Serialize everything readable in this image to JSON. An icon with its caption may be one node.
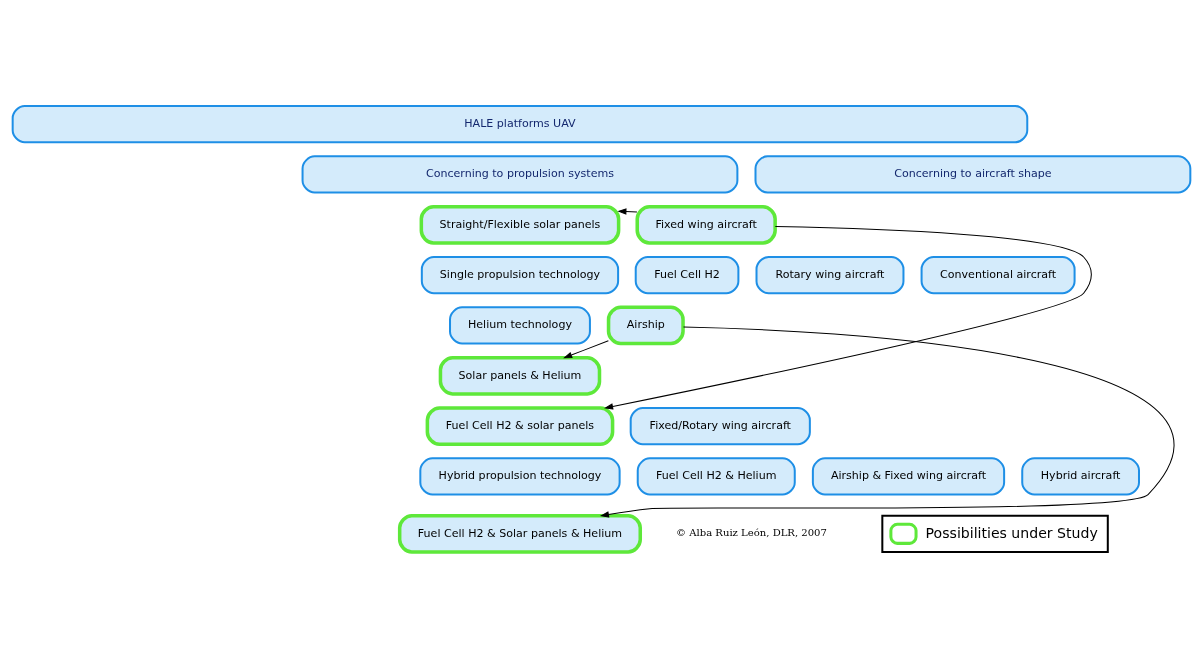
{
  "diagram": {
    "nodes": [
      {
        "text": [
          "HALE platforms UAV"
        ]
      },
      {
        "text": [
          "Concerning to propulsion systems"
        ]
      },
      {
        "text": [
          "Concerning to aircraft shape"
        ]
      },
      {
        "text": [
          "Straight/Flexible solar panels"
        ]
      },
      {
        "text": [
          "Fixed wing aircraft"
        ]
      },
      {
        "text": [
          "Single propulsion technology"
        ]
      },
      {
        "text": [
          "Fuel Cell H2"
        ]
      },
      {
        "text": [
          "Rotary wing aircraft"
        ]
      },
      {
        "text": [
          "Conventional aircraft"
        ]
      },
      {
        "text": [
          "Helium technology"
        ]
      },
      {
        "text": [
          "Airship"
        ]
      },
      {
        "text": [
          "Solar panels & Helium"
        ]
      },
      {
        "text": [
          "Fuel Cell H2 & solar panels"
        ]
      },
      {
        "text": [
          "Fixed/Rotary wing aircraft"
        ]
      },
      {
        "text": [
          "Hybrid propulsion technology"
        ]
      },
      {
        "text": [
          "Airship & Fixed wing aircraft"
        ]
      },
      {
        "text": [
          "Hybrid aircraft"
        ]
      },
      {
        "text": [
          "Fuel Cell H2 & Helium"
        ]
      },
      {
        "text": [
          "Fuel Cell H2 & Solar panels & Helium"
        ]
      }
    ],
    "edges": [
      {
        "from": 4,
        "to": 3,
        "arrow": "to"
      },
      {
        "from": 4,
        "to": 12,
        "arrow": "to"
      },
      {
        "from": 10,
        "to": 11,
        "arrow": "to"
      },
      {
        "from": 10,
        "to": 18,
        "arrow": "to"
      }
    ],
    "labels": [
      "© Alba Ruiz León, DLR, 2007"
    ],
    "legend": [
      {
        "text": "Possibilities under Study"
      }
    ]
  }
}
